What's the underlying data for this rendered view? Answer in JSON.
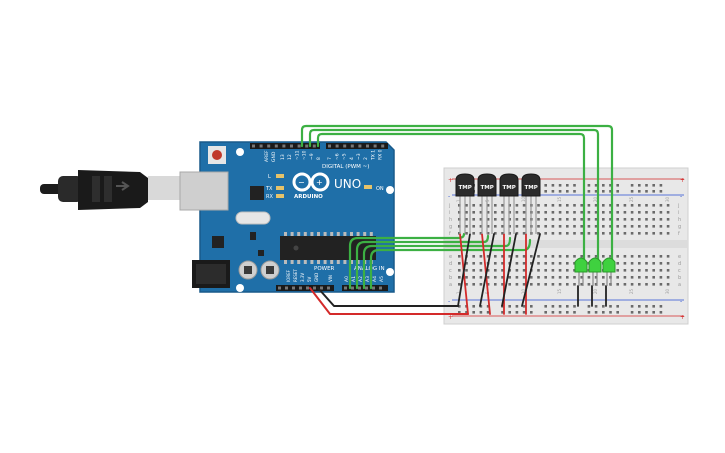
{
  "board": {
    "digital_label": "DIGITAL (PWM ~)",
    "brand_label": "UNO",
    "maker_label": "ARDUINO",
    "power_label": "POWER",
    "analog_label": "ANALOG IN",
    "aref_label": "AREF",
    "gnd_label": "GND",
    "on_label": "ON",
    "l_label": "L",
    "tx_label": "TX",
    "rx_label": "RX",
    "ioref_label": "IOREF",
    "reset_label": "RESET",
    "v33_label": "3.3V",
    "v5_label": "5V",
    "vin_label": "VIN",
    "digital_pins": [
      "13",
      "12",
      "~11",
      "~10",
      "~9",
      "8",
      "7",
      "~6",
      "~5",
      "4",
      "~3",
      "2",
      "TX 1",
      "RX 0"
    ],
    "analog_pins": [
      "A0",
      "A1",
      "A2",
      "A3",
      "A4",
      "A5"
    ]
  },
  "sensors": [
    {
      "label": "TMP"
    },
    {
      "label": "TMP"
    },
    {
      "label": "TMP"
    },
    {
      "label": "TMP"
    }
  ],
  "breadboard": {
    "row_letters_top": [
      "j",
      "i",
      "h",
      "g",
      "f"
    ],
    "row_letters_bottom": [
      "e",
      "d",
      "c",
      "b",
      "a"
    ],
    "col_numbers": [
      "1",
      "5",
      "10",
      "15",
      "20",
      "25",
      "30"
    ],
    "plus_label": "+",
    "minus_label": "-"
  },
  "colors": {
    "pcb": "#1f6fa8",
    "wire_green": "#3cb043",
    "wire_red": "#d42a2a",
    "wire_black": "#222222",
    "led_green": "#3fd13f",
    "breadboard": "#e8e8e8"
  }
}
